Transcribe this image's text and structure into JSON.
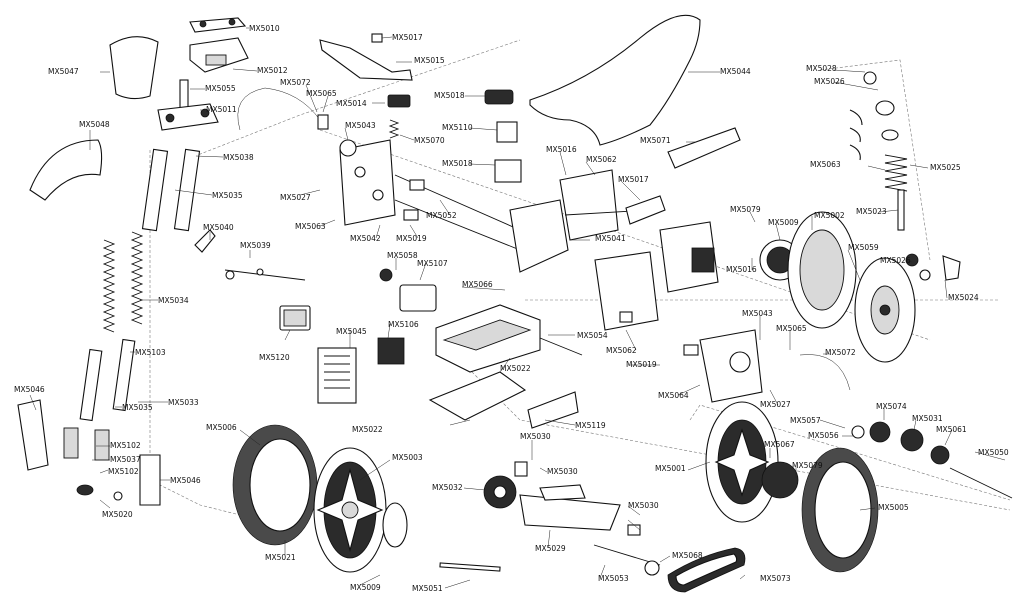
{
  "labels": [
    "MX5010",
    "MX5012",
    "MX5047",
    "MX5055",
    "MX5011",
    "MX5048",
    "MX5038",
    "MX5035",
    "MX5040",
    "MX5039",
    "MX5034",
    "MX5120",
    "MX5103",
    "MX5046",
    "MX5033",
    "MX5035",
    "MX5102",
    "MX5037",
    "MX5102",
    "MX5046",
    "MX5020",
    "MX5006",
    "MX5021",
    "MX5003",
    "MX5009",
    "MX5051",
    "MX5017",
    "MX5015",
    "MX5072",
    "MX5065",
    "MX5014",
    "MX5043",
    "MX5070",
    "MX5018",
    "MX5110",
    "MX5027",
    "MX5063",
    "MX5018",
    "MX5042",
    "MX5019",
    "MX5052",
    "MX5016",
    "MX5062",
    "MX5058",
    "MX5107",
    "MX5066",
    "MX5045",
    "MX5106",
    "MX5022",
    "MX5022",
    "MX5054",
    "MX5119",
    "MX5044",
    "MX5071",
    "MX5017",
    "MX5041",
    "MX5062",
    "MX5019",
    "MX5064",
    "MX5043",
    "MX5065",
    "MX5072",
    "MX5027",
    "MX5079",
    "MX5009",
    "MX5016",
    "MX5002",
    "MX5059",
    "MX5028",
    "MX5026",
    "MX5063",
    "MX5025",
    "MX5023",
    "MX5026",
    "MX5024",
    "MX5057",
    "MX5074",
    "MX5031",
    "MX5056",
    "MX5061",
    "MX5050",
    "MX5001",
    "MX5067",
    "MX5079",
    "MX5005",
    "MX5030",
    "MX5030",
    "MX5032",
    "MX5029",
    "MX5030",
    "MX5053",
    "MX5068",
    "MX5073"
  ]
}
